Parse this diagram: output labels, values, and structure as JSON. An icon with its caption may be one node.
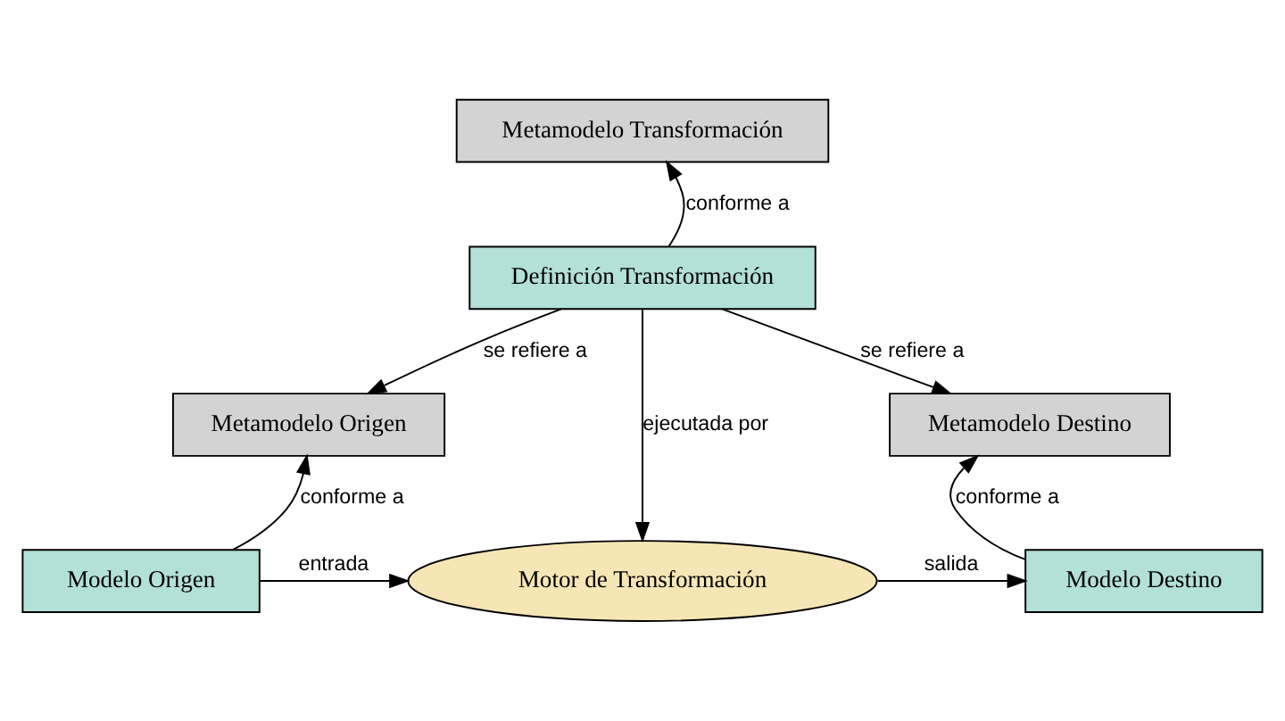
{
  "diagram": {
    "nodes": [
      {
        "text": [
          "Metamodelo Transformación"
        ]
      },
      {
        "text": [
          "Definición Transformación"
        ]
      },
      {
        "text": [
          "Metamodelo Origen"
        ]
      },
      {
        "text": [
          "Metamodelo Destino"
        ]
      },
      {
        "text": [
          "Modelo Origen"
        ]
      },
      {
        "text": [
          "Motor de Transformación"
        ]
      },
      {
        "text": [
          "Modelo Destino"
        ]
      }
    ],
    "edges": [
      {
        "from": 1,
        "to": 0,
        "arrow": "to",
        "label": "conforme a"
      },
      {
        "from": 1,
        "to": 2,
        "arrow": "to",
        "label": "se refiere a"
      },
      {
        "from": 1,
        "to": 3,
        "arrow": "to",
        "label": "se refiere a"
      },
      {
        "from": 1,
        "to": 5,
        "arrow": "to",
        "label": "ejecutada por"
      },
      {
        "from": 4,
        "to": 2,
        "arrow": "to",
        "label": "conforme a"
      },
      {
        "from": 6,
        "to": 3,
        "arrow": "to",
        "label": "conforme a"
      },
      {
        "from": 4,
        "to": 5,
        "arrow": "to",
        "label": "entrada"
      },
      {
        "from": 5,
        "to": 6,
        "arrow": "to",
        "label": "salida"
      }
    ]
  }
}
